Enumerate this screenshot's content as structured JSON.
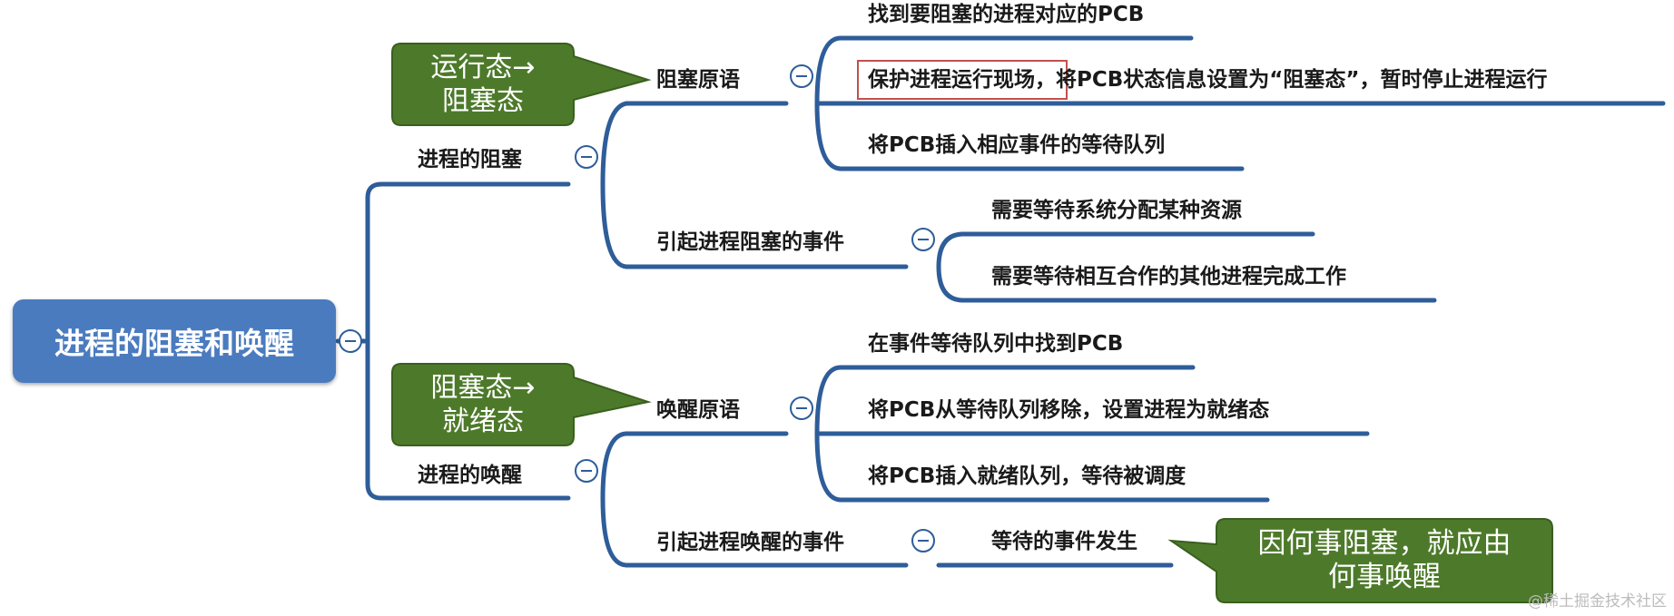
{
  "root": {
    "label": "进程的阻塞和唤醒"
  },
  "block": {
    "label": "进程的阻塞",
    "primitive": {
      "label": "阻塞原语",
      "steps": [
        "找到要阻塞的进程对应的PCB",
        "保护进程运行现场，将PCB状态信息设置为“阻塞态”，暂时停止进程运行",
        "将PCB插入相应事件的等待队列"
      ]
    },
    "causes": {
      "label": "引起进程阻塞的事件",
      "items": [
        "需要等待系统分配某种资源",
        "需要等待相互合作的其他进程完成工作"
      ]
    },
    "callout": {
      "line1": "运行态→",
      "line2": "阻塞态"
    }
  },
  "wakeup": {
    "label": "进程的唤醒",
    "primitive": {
      "label": "唤醒原语",
      "steps": [
        "在事件等待队列中找到PCB",
        "将PCB从等待队列移除，设置进程为就绪态",
        "将PCB插入就绪队列，等待被调度"
      ]
    },
    "causes": {
      "label": "引起进程唤醒的事件",
      "items": [
        "等待的事件发生"
      ]
    },
    "callout": {
      "line1": "阻塞态→",
      "line2": "就绪态"
    }
  },
  "note_callout": {
    "line1": "因何事阻塞，就应由",
    "line2": "何事唤醒"
  },
  "watermark": "@稀土掘金技术社区",
  "colors": {
    "branch_line": "#2e5d99",
    "root_fill": "#4a7bbf",
    "callout_fill": "#4d7a2a",
    "callout_border": "#3a5f1e",
    "highlight_border": "#c0504d"
  }
}
